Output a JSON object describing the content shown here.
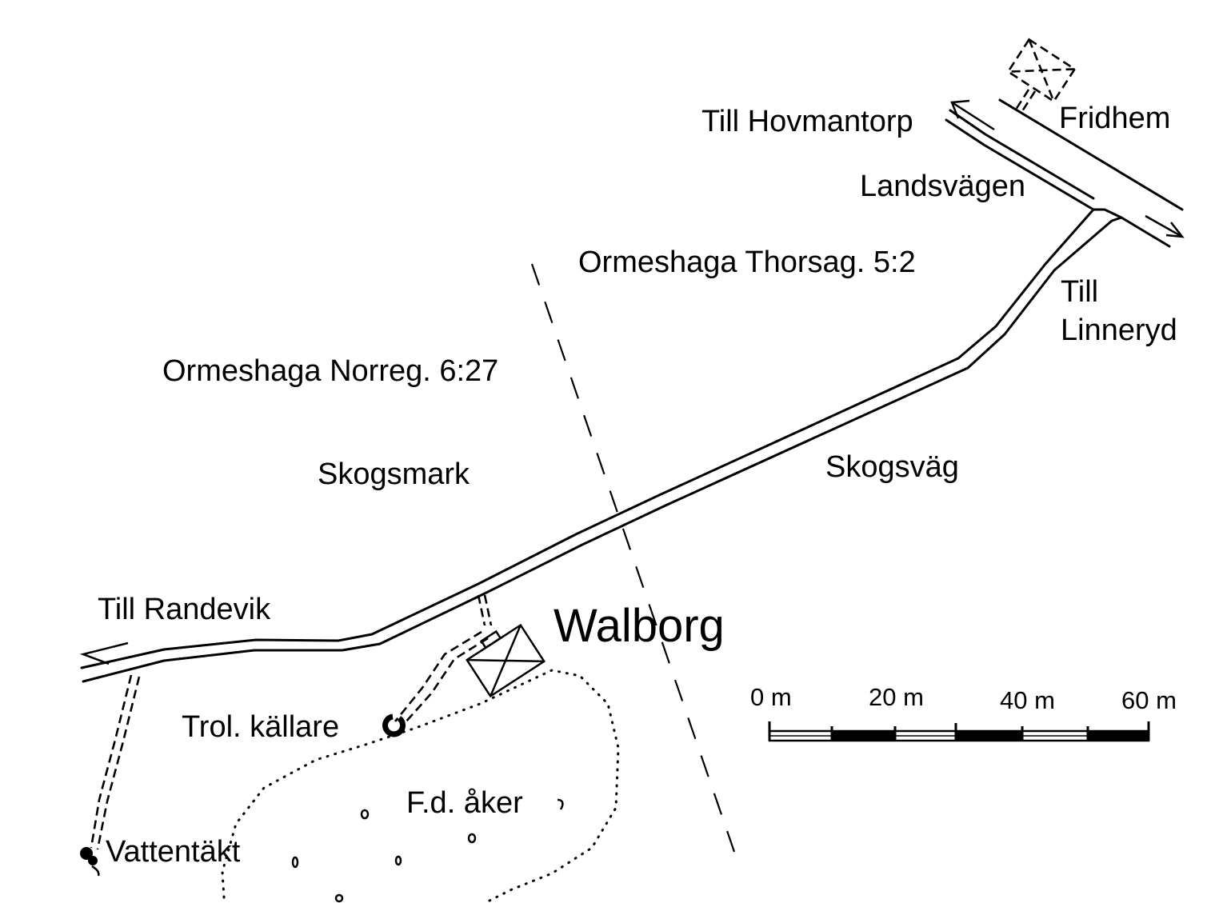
{
  "map": {
    "labels": {
      "till_hovmantorp": "Till Hovmantorp",
      "fridhem": "Fridhem",
      "landsvagen": "Landsvägen",
      "ormeshaga_thorsag": "Ormeshaga Thorsag. 5:2",
      "till": "Till",
      "linneryd": "Linneryd",
      "ormeshaga_norreg": "Ormeshaga Norreg. 6:27",
      "skogsmark": "Skogsmark",
      "skogsvag": "Skogsväg",
      "till_randevik": "Till Randevik",
      "walborg": "Walborg",
      "trol_kallare": "Trol. källare",
      "fd_aker": "F.d. åker",
      "vattentakt": "Vattentäkt"
    },
    "scale_bar": {
      "ticks": [
        "0 m",
        "20 m",
        "40 m",
        "60 m"
      ]
    },
    "icons": [
      "house-ruin-icon",
      "ruin-icon",
      "cellar-icon",
      "well-icon",
      "arrow-icon",
      "stone-icon"
    ],
    "colors": {
      "ink": "#000000",
      "paper": "#ffffff"
    }
  }
}
